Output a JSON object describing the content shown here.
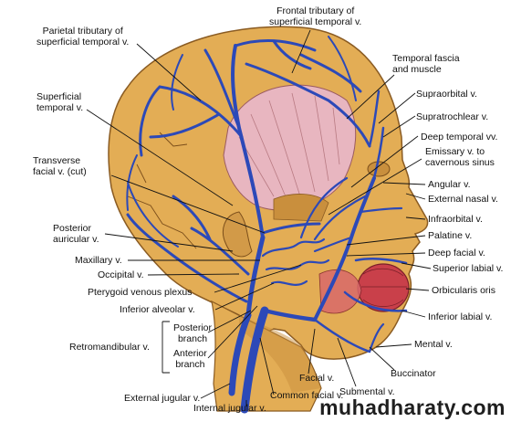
{
  "colors": {
    "skin": "#e3ad55",
    "skin_dark": "#b87a30",
    "vein": "#2c49b8",
    "muscle": "#e8b6c0",
    "lip_muscle": "#c9404a",
    "leader": "#111111"
  },
  "labels": {
    "parietal": "Parietal tributary of\nsuperficial temporal v.",
    "frontal": "Frontal tributary of\nsuperficial temporal v.",
    "temporal_fascia": "Temporal fascia\nand muscle",
    "superficial_temporal": "Superficial\ntemporal v.",
    "supraorbital": "Supraorbital v.",
    "supratrochlear": "Supratrochlear v.",
    "deep_temporal": "Deep temporal vv.",
    "emissary": "Emissary v. to\ncavernous sinus",
    "transverse_facial": "Transverse\nfacial v. (cut)",
    "angular": "Angular v.",
    "external_nasal": "External nasal v.",
    "infraorbital": "Infraorbital v.",
    "posterior_auricular": "Posterior\nauricular v.",
    "palatine": "Palatine v.",
    "deep_facial": "Deep facial v.",
    "maxillary": "Maxillary v.",
    "superior_labial": "Superior labial v.",
    "occipital": "Occipital v.",
    "pterygoid": "Pterygoid venous plexus",
    "orbicularis": "Orbicularis oris",
    "inferior_alveolar": "Inferior alveolar v.",
    "inferior_labial": "Inferior labial v.",
    "posterior_branch": "Posterior\nbranch",
    "anterior_branch": "Anterior\nbranch",
    "retromandibular": "Retromandibular v.",
    "mental": "Mental v.",
    "buccinator": "Buccinator",
    "facial": "Facial v.",
    "submental": "Submental v.",
    "common_facial": "Common facial v.",
    "external_jugular": "External jugular v.",
    "internal_jugular": "Internal jugular v."
  },
  "watermark": "muhadharaty.com"
}
